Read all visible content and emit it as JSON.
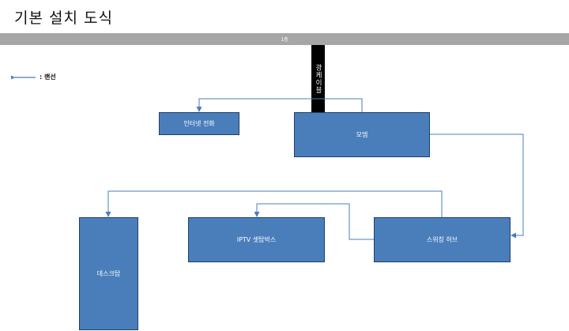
{
  "title": "기본 설치 도식",
  "floor_bar": {
    "label": "1층"
  },
  "cable": {
    "label": "광케이블"
  },
  "legend": {
    "label": ": 랜선"
  },
  "nodes": {
    "phone": "인터넷 전화",
    "modem": "모뎀",
    "desktop": "데스크탑",
    "settop": "IPTV 셋탑박스",
    "hub": "스위칭 허브"
  },
  "colors": {
    "box_fill": "#4a7ebb",
    "box_border": "#1f3f66",
    "connector": "#4a7ebb",
    "floor_bar": "#a6a6a6",
    "cable": "#000000"
  }
}
